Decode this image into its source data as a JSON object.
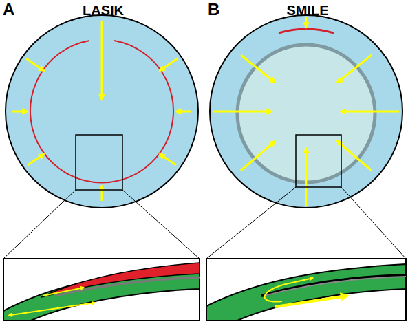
{
  "diagram": {
    "labels": [
      "A",
      "LASIK",
      "B",
      "SMILE"
    ]
  }
}
